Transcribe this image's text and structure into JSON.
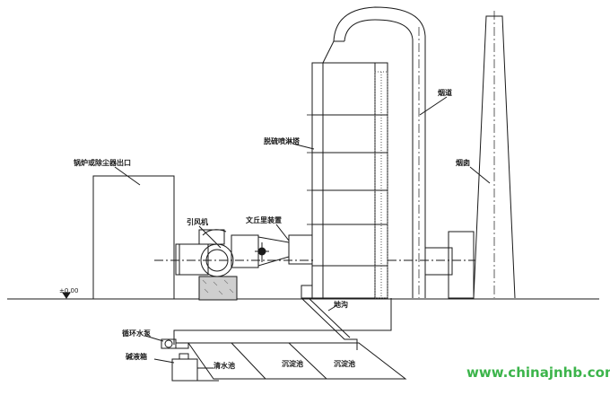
{
  "diagram": {
    "labels": {
      "boiler_outlet": "锅炉或除尘器出口",
      "induced_fan": "引风机",
      "venturi": "文丘里装置",
      "desulfurization_tower": "脱硫喷淋塔",
      "flue": "烟道",
      "chimney": "烟囱",
      "trench": "地沟",
      "circulation_pump": "循环水泵",
      "alkali_tank": "碱液箱",
      "clear_pool": "清水池",
      "settling_pool_1": "沉淀池",
      "settling_pool_2": "沉淀池",
      "ground_level": "±0.00"
    },
    "watermark": "www.chinajnhb.com"
  }
}
